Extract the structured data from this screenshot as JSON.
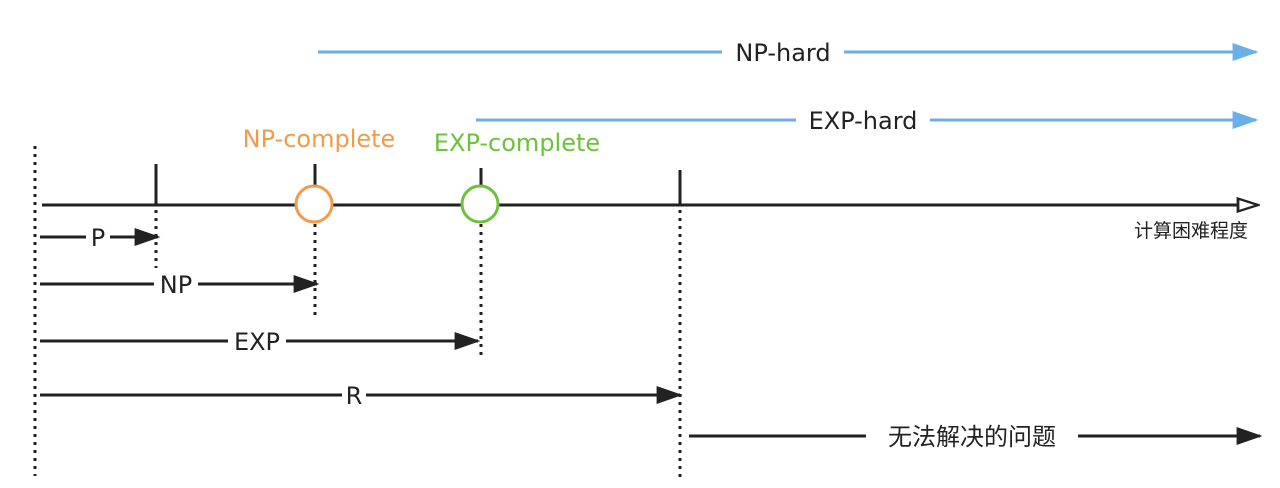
{
  "colors": {
    "line": "#222222",
    "hard": "#6aaeea",
    "np_complete": "#f39a4b",
    "exp_complete": "#6cc23a"
  },
  "axis": {
    "label": "计算困难程度"
  },
  "classes": {
    "p": "P",
    "np": "NP",
    "exp": "EXP",
    "r": "R"
  },
  "hard": {
    "np_hard": "NP-hard",
    "exp_hard": "EXP-hard"
  },
  "complete": {
    "np_complete": "NP-complete",
    "exp_complete": "EXP-complete"
  },
  "unsolvable": {
    "label": "无法解决的问题"
  }
}
